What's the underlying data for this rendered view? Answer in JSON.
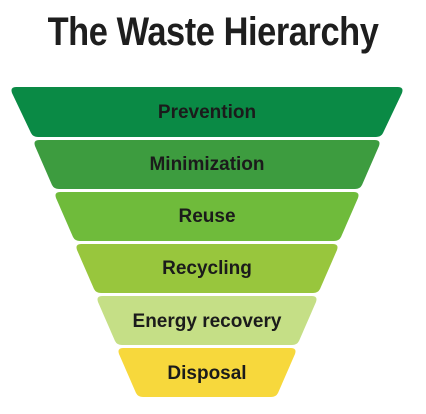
{
  "title": "The Waste Hierarchy",
  "tiers": [
    {
      "label": "Prevention",
      "color": "#0a8a45"
    },
    {
      "label": "Minimization",
      "color": "#3d9c3f"
    },
    {
      "label": "Reuse",
      "color": "#6fbb3b"
    },
    {
      "label": "Recycling",
      "color": "#98c63d"
    },
    {
      "label": "Energy recovery",
      "color": "#c5df86"
    },
    {
      "label": "Disposal",
      "color": "#f7d83c"
    }
  ]
}
